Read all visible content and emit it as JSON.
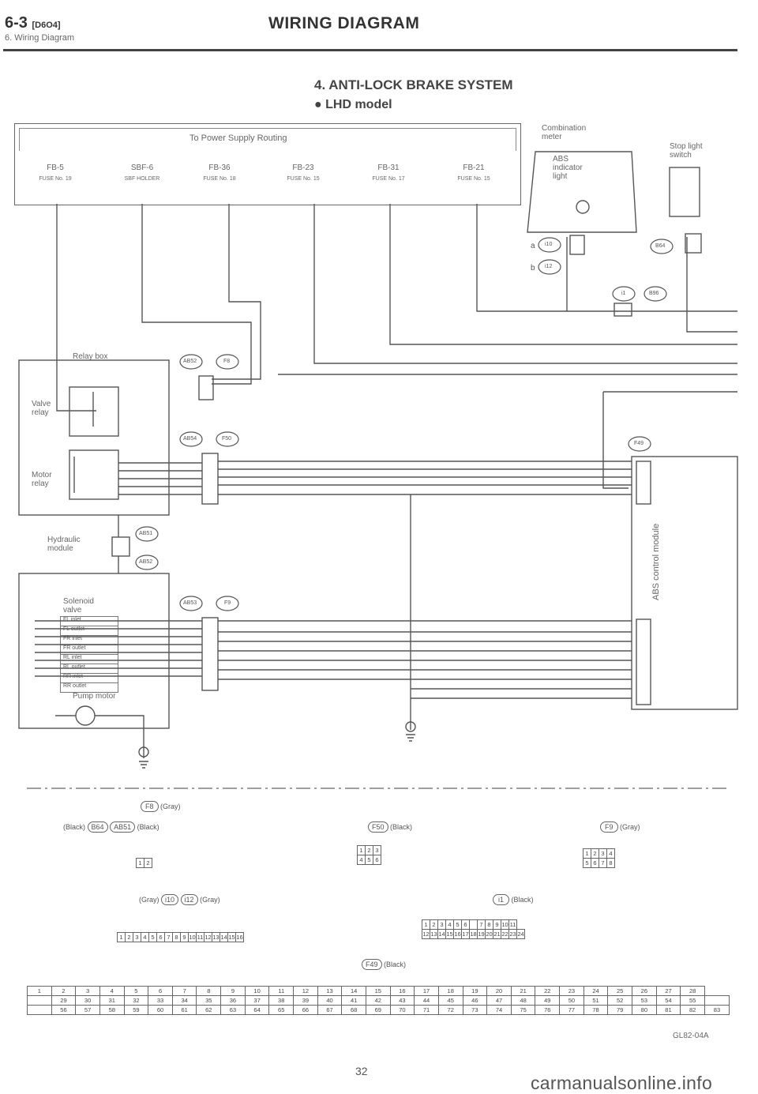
{
  "header": {
    "section": "6-3",
    "section_code": "[D6O4]",
    "subtitle": "6. Wiring Diagram",
    "title": "WIRING DIAGRAM"
  },
  "diagram": {
    "title": "4. ANTI-LOCK BRAKE SYSTEM",
    "model": "● LHD model",
    "power_box_label": "To Power Supply Routing",
    "fuses": [
      {
        "name": "FB-5",
        "sub": "FUSE No. 19"
      },
      {
        "name": "SBF-6",
        "sub": "SBF HOLDER"
      },
      {
        "name": "FB-36",
        "sub": "FUSE No. 18"
      },
      {
        "name": "FB-23",
        "sub": "FUSE No. 15"
      },
      {
        "name": "FB-31",
        "sub": "FUSE No. 17"
      },
      {
        "name": "FB-21",
        "sub": "FUSE No. 15"
      }
    ],
    "combination_meter": "Combination\nmeter",
    "abs_indicator": "ABS\nindicator\nlight",
    "stop_light": "Stop light\nswitch",
    "relay_box": "Relay box",
    "valve_relay": "Valve\nrelay",
    "motor_relay": "Motor\nrelay",
    "hydraulic_module": "Hydraulic\nmodule",
    "solenoid_valve": "Solenoid\nvalve",
    "pump_motor": "Pump motor",
    "abs_control_module": "ABS control module",
    "solenoid_items": [
      "FL inlet",
      "FL outlet",
      "FR inlet",
      "FR outlet",
      "RL inlet",
      "RL outlet",
      "RR inlet",
      "RR outlet"
    ],
    "connectors": {
      "ab52": "AB52",
      "f8": "F8",
      "ab54": "AB54",
      "f50": "F50",
      "ab51": "AB51",
      "ab53": "AB53",
      "f9": "F9",
      "f49": "F49",
      "b64": "B64",
      "i10": "i10",
      "i12": "i12",
      "i1": "i1",
      "b96": "B96"
    },
    "meter_pins": {
      "a": "a",
      "b": "b"
    }
  },
  "connector_views": {
    "f8": {
      "tag": "F8",
      "color": "(Gray)"
    },
    "b64": {
      "tag": "B64",
      "color_left": "(Black)",
      "tag2": "AB51",
      "color_right": "(Black)",
      "pins": [
        "1",
        "2"
      ]
    },
    "f50": {
      "tag": "F50",
      "color": "(Black)",
      "row1": [
        "1",
        "2",
        "3"
      ],
      "row2": [
        "4",
        "5",
        "6"
      ]
    },
    "f9": {
      "tag": "F9",
      "color": "(Gray)",
      "row1": [
        "1",
        "2",
        "3",
        "4"
      ],
      "row2": [
        "5",
        "6",
        "7",
        "8"
      ]
    },
    "i10": {
      "color_left": "(Gray)",
      "tag": "i10",
      "tag2": "i12",
      "color_right": "(Gray)",
      "pins": [
        "1",
        "2",
        "3",
        "4",
        "5",
        "6",
        "7",
        "8",
        "9",
        "10",
        "11",
        "12",
        "13",
        "14",
        "15",
        "16"
      ]
    },
    "i1": {
      "tag": "i1",
      "color": "(Black)",
      "row1": [
        "1",
        "2",
        "3",
        "4",
        "5",
        "6",
        "",
        "7",
        "8",
        "9",
        "10",
        "11"
      ],
      "row2": [
        "12",
        "13",
        "14",
        "15",
        "16",
        "17",
        "18",
        "19",
        "20",
        "21",
        "22",
        "23",
        "24"
      ]
    },
    "f49": {
      "tag": "F49",
      "color": "(Black)",
      "row1": [
        "1",
        "2",
        "3",
        "4",
        "5",
        "6",
        "7",
        "8",
        "9",
        "10",
        "11",
        "12",
        "13",
        "14",
        "15",
        "16",
        "17",
        "18",
        "19",
        "20",
        "21",
        "22",
        "23",
        "24",
        "25",
        "26",
        "27",
        "28"
      ],
      "row2": [
        "",
        "29",
        "30",
        "31",
        "32",
        "33",
        "34",
        "35",
        "36",
        "37",
        "38",
        "39",
        "40",
        "41",
        "42",
        "43",
        "44",
        "45",
        "46",
        "47",
        "48",
        "49",
        "50",
        "51",
        "52",
        "53",
        "54",
        "55",
        ""
      ],
      "row3": [
        "",
        "56",
        "57",
        "58",
        "59",
        "60",
        "61",
        "62",
        "63",
        "64",
        "65",
        "66",
        "67",
        "68",
        "69",
        "70",
        "71",
        "72",
        "73",
        "74",
        "75",
        "76",
        "77",
        "78",
        "79",
        "80",
        "81",
        "82",
        "83"
      ]
    }
  },
  "footer": {
    "code": "GL82-04A",
    "page": "32",
    "watermark": "carmanualsonline.info"
  }
}
